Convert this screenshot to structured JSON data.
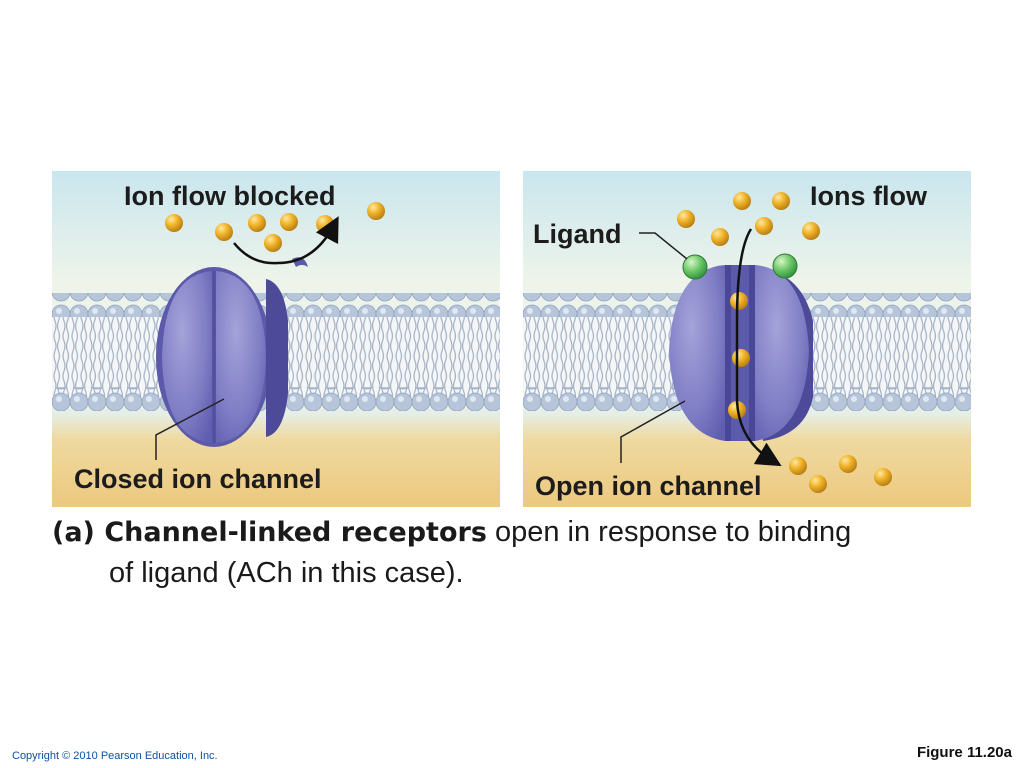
{
  "closed_panel": {
    "top_label": "Ion flow blocked",
    "bottom_label": "Closed ion channel"
  },
  "open_panel": {
    "top_label": "Ions flow",
    "ligand_label": "Ligand",
    "bottom_label": "Open ion channel"
  },
  "caption": {
    "prefix": "(a) ",
    "bold": "Channel-linked receptors",
    "rest": " open in response to binding",
    "line2": "of ligand (ACh in this case)."
  },
  "footer": {
    "copyright": "Copyright © 2010 Pearson Education, Inc.",
    "figure": "Figure 11.20a"
  },
  "colors": {
    "water_top": "#cfe8ee",
    "cytoplasm": "#ecc97e",
    "phospholipid_head": "#b3c3d8",
    "protein": "#7a78c2",
    "ion": "#e8a823",
    "ligand": "#6fc96a"
  }
}
